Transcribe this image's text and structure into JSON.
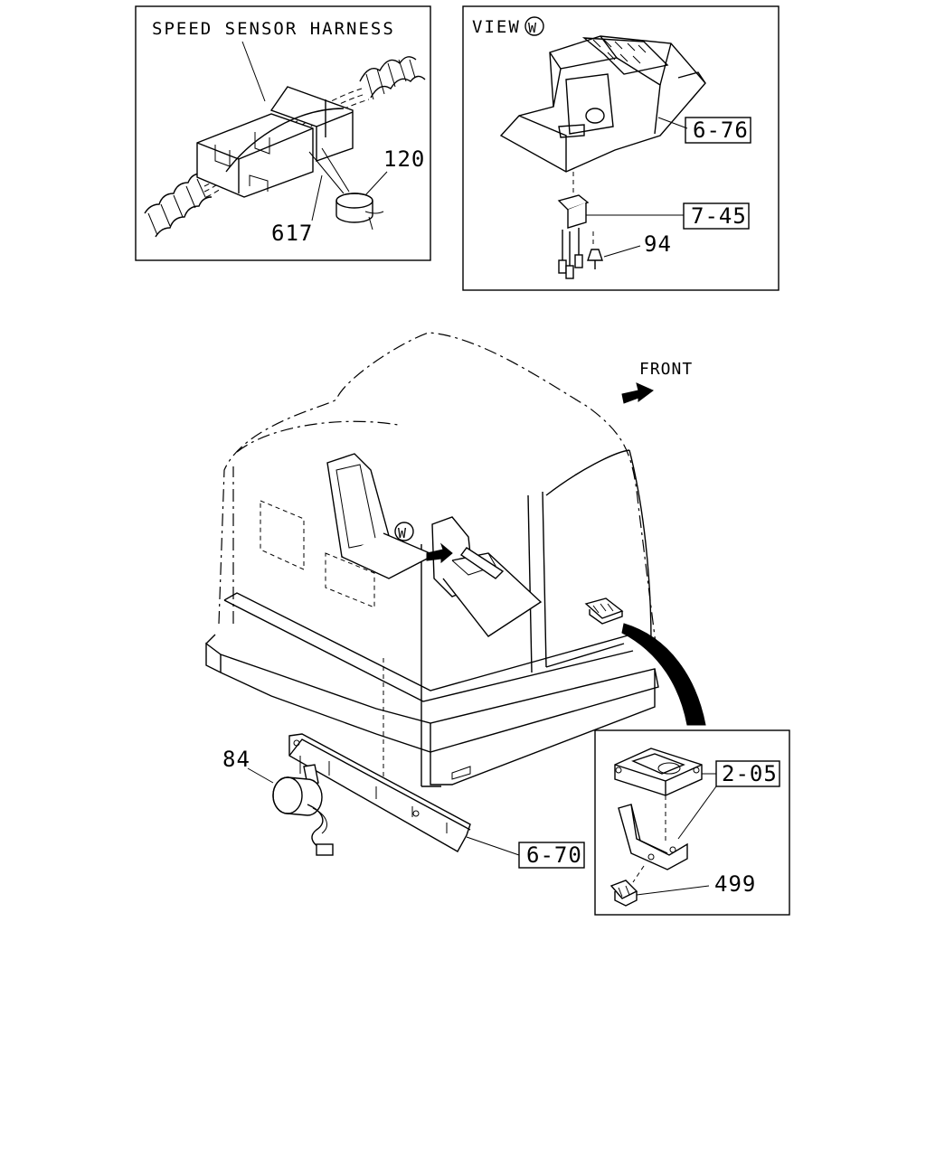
{
  "diagram": {
    "speed_sensor_title": "SPEED SENSOR HARNESS",
    "view_label": "VIEW",
    "view_marker": "W",
    "front_label": "FRONT",
    "callouts": {
      "c120": "120",
      "c617": "617",
      "c94": "94",
      "c84": "84",
      "c499": "499"
    },
    "references": {
      "r676": "6-76",
      "r745": "7-45",
      "r670": "6-70",
      "r205": "2-05"
    }
  }
}
